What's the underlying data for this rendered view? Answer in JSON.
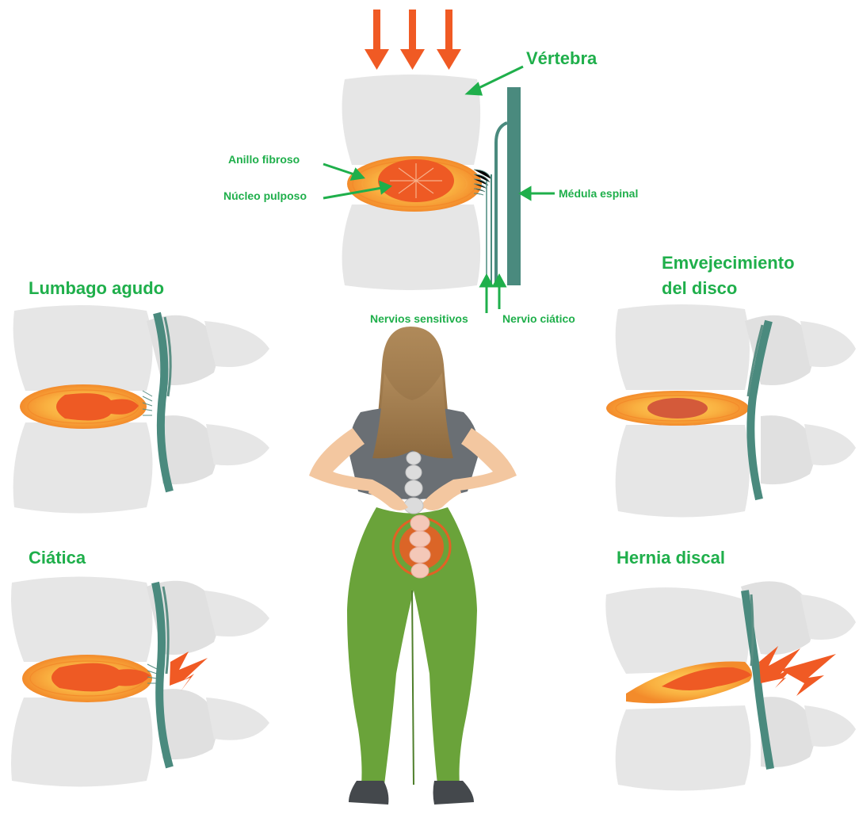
{
  "diagram": {
    "labels": {
      "vertebra": "Vértebra",
      "anillo": "Anillo fibroso",
      "nucleo": "Núcleo pulposo",
      "medula": "Médula espinal",
      "nervios_sensitivos": "Nervios sensitivos",
      "nervio_ciatico": "Nervio ciático"
    },
    "conditions": {
      "lumbago": "Lumbago agudo",
      "envejecimiento_1": "Emvejecimiento",
      "envejecimiento_2": "del disco",
      "ciatica": "Ciática",
      "hernia": "Hernia discal"
    },
    "colors": {
      "label_green": "#1faf4b",
      "arrow_orange": "#f05a24",
      "bone_gray": "#e6e6e6",
      "nerve_teal": "#4a8a7e",
      "disc_orange": "#f7a23b",
      "nucleus_red": "#ee5a24",
      "leggings_green": "#6aa33a"
    }
  }
}
